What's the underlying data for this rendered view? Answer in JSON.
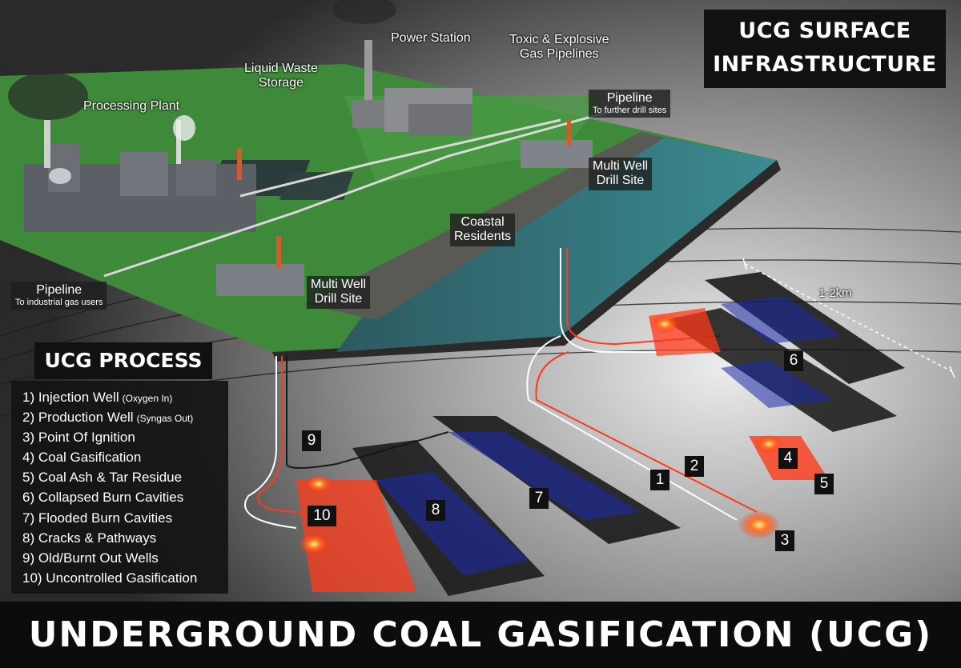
{
  "surface_title": {
    "line1": "UCG SURFACE",
    "line2": "INFRASTRUCTURE"
  },
  "surface_labels": {
    "power_station": "Power Station",
    "toxic_pipelines_line1": "Toxic & Explosive",
    "toxic_pipelines_line2": "Gas Pipelines",
    "liquid_waste_line1": "Liquid Waste",
    "liquid_waste_line2": "Storage",
    "processing_plant": "Processing Plant",
    "pipeline_right": "Pipeline",
    "pipeline_right_sub": "To further drill sites",
    "multi_well_right_line1": "Multi Well",
    "multi_well_right_line2": "Drill Site",
    "coastal_line1": "Coastal",
    "coastal_line2": "Residents",
    "pipeline_left": "Pipeline",
    "pipeline_left_sub": "To industrial gas users",
    "multi_well_left_line1": "Multi Well",
    "multi_well_left_line2": "Drill Site"
  },
  "distance_label": "1-2km",
  "process_title": "UCG PROCESS",
  "process_items": [
    {
      "text": "1) Injection Well",
      "note": "(Oxygen In)"
    },
    {
      "text": "2) Production Well",
      "note": "(Syngas Out)"
    },
    {
      "text": "3) Point Of Ignition",
      "note": ""
    },
    {
      "text": "4) Coal Gasification",
      "note": ""
    },
    {
      "text": "5) Coal Ash & Tar Residue",
      "note": ""
    },
    {
      "text": "6) Collapsed Burn Cavities",
      "note": ""
    },
    {
      "text": "7) Flooded Burn Cavities",
      "note": ""
    },
    {
      "text": "8) Cracks & Pathways",
      "note": ""
    },
    {
      "text": "9) Old/Burnt Out Wells",
      "note": ""
    },
    {
      "text": "10) Uncontrolled Gasification",
      "note": ""
    }
  ],
  "markers": {
    "m1": "1",
    "m2": "2",
    "m3": "3",
    "m4": "4",
    "m5": "5",
    "m6": "6",
    "m7": "7",
    "m8": "8",
    "m9": "9",
    "m10": "10"
  },
  "main_title": "UNDERGROUND COAL GASIFICATION (UCG)",
  "colors": {
    "burn": "#ff3b1a",
    "flood": "#1c2aa8",
    "grass": "#3f8a3a",
    "sea": "#2b6f78",
    "background": "#3a3a3a"
  }
}
